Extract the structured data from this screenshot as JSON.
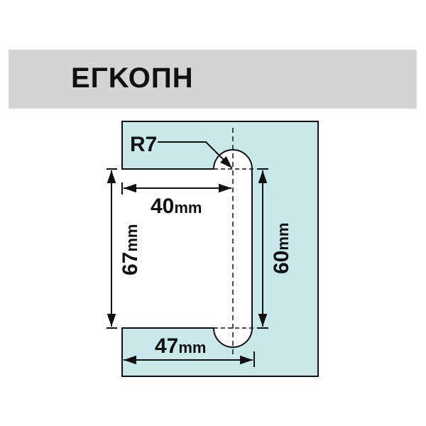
{
  "header": {
    "title": "ΕΓΚΟΠΗ"
  },
  "diagram": {
    "radius_label": "R7",
    "dim_top_width": {
      "value": "40",
      "unit": "mm"
    },
    "dim_bottom_width": {
      "value": "47",
      "unit": "mm"
    },
    "dim_opening_height": {
      "value": "67",
      "unit": "mm"
    },
    "dim_slot_length": {
      "value": "60",
      "unit": "mm"
    },
    "colors": {
      "panel": "#c9e8ea",
      "line": "#111111",
      "band": "#d4d4d4"
    }
  }
}
